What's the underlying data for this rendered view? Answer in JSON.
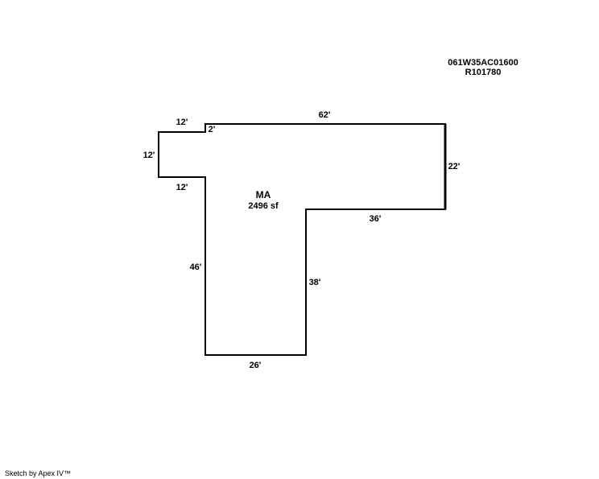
{
  "parcel": {
    "map_number": "061W35AC01600",
    "account_number": "R101780"
  },
  "area": {
    "code": "MA",
    "size": "2496 sf"
  },
  "dimensions": {
    "top_left_short": "12'",
    "top_step": "2'",
    "top_long": "62'",
    "right_upper": "22'",
    "left_bump": "12'",
    "inner_left_step": "12'",
    "inner_right_step": "36'",
    "left_long": "46'",
    "right_lower": "38'",
    "bottom": "26'"
  },
  "footer": {
    "credit": "Sketch by Apex IV™"
  },
  "colors": {
    "line": "#000000",
    "background": "#ffffff"
  }
}
